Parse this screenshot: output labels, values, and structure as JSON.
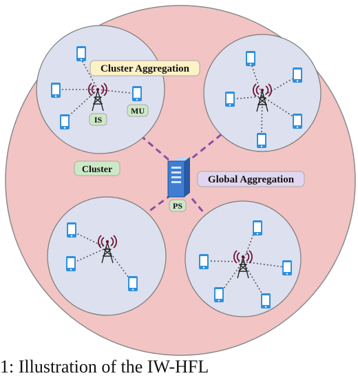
{
  "labels": {
    "cluster_aggregation": "Cluster Aggregation",
    "global_aggregation": "Global Aggregation",
    "cluster": "Cluster",
    "is": "IS",
    "mu": "MU",
    "ps": "PS"
  },
  "caption": "1: Illustration of the IW-HFL",
  "colors": {
    "outer_fill": "#f2c4c4",
    "outer_stroke": "#8a8a8a",
    "cluster_fill": "#dde0ee",
    "cluster_stroke": "#7a7a7a",
    "phone": "#2f8fdd",
    "tower": "#6b1030",
    "dashed_link": "#8a4ea6",
    "dotted_link": "#555555",
    "label_yellow": "#fdf1c6",
    "label_purple": "#e1d6ef",
    "label_green": "#cde8c6"
  },
  "icons": {
    "mobile_user": "smartphone-icon",
    "server": "server-icon",
    "station": "antenna-tower-icon"
  }
}
